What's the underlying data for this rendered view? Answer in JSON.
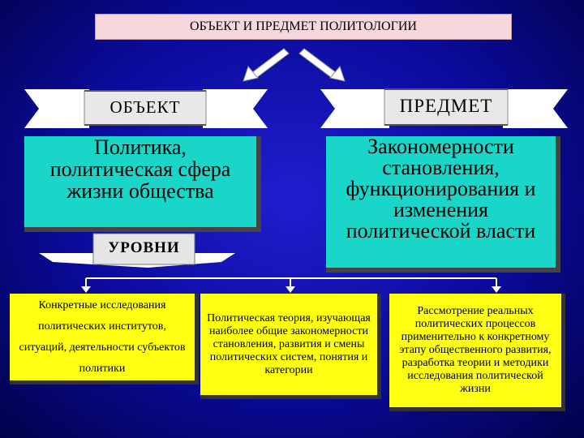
{
  "title": "ОБЪЕКТ И ПРЕДМЕТ ПОЛИТОЛОГИИ",
  "object": {
    "label": "ОБЪЕКТ",
    "text": "Политика, политическая сфера жизни общества"
  },
  "subject": {
    "label": "ПРЕДМЕТ",
    "text": "Закономерности становления, функционирования и изменения политической власти"
  },
  "levels": {
    "label": "УРОВНИ",
    "items": [
      "Конкретные исследования политических институтов, ситуаций, деятельности субъектов политики",
      "Политическая теория, изучающая наиболее общие закономерности становления, развития и смены политических систем, понятия и категории",
      "Рассмотрение реальных политических процессов применительно к конкретному этапу общественного развития, разработка теории и методики исследования политической жизни"
    ]
  },
  "colors": {
    "background": "#0a0a9a",
    "title_box": "#f6d8dc",
    "cyan_box": "#19d6c8",
    "yellow_box": "#ffff14"
  }
}
